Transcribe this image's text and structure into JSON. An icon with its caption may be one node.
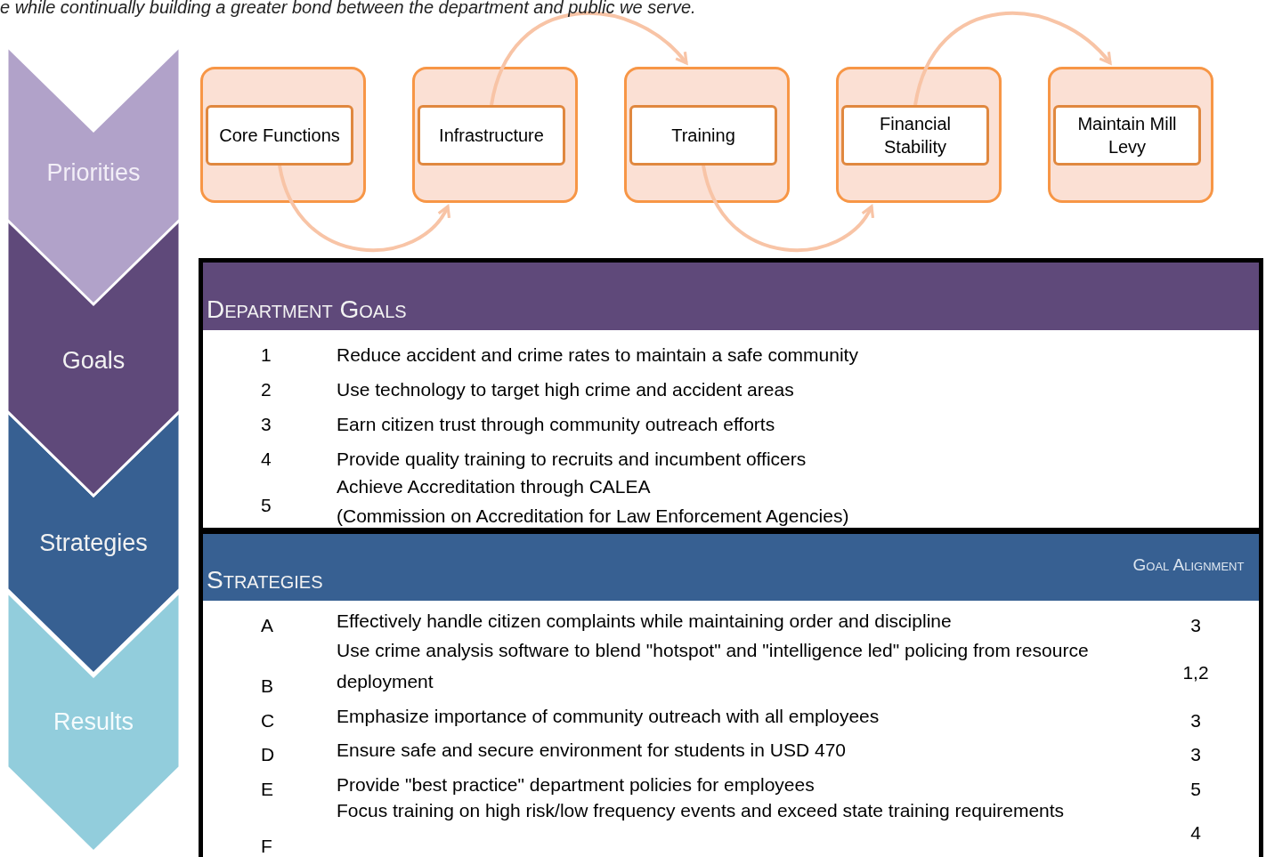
{
  "diagram": {
    "nodes": [
      {
        "text": [
          "Priorities"
        ]
      },
      {
        "text": [
          "Goals"
        ]
      },
      {
        "text": [
          "Strategies"
        ]
      },
      {
        "text": [
          "Results"
        ]
      },
      {
        "text": [],
        "shape": "box"
      },
      {
        "text": [
          "Core Functions"
        ],
        "in": 4
      },
      {
        "text": [],
        "shape": "box"
      },
      {
        "text": [
          "Infrastructure"
        ],
        "in": 6
      },
      {
        "text": [],
        "shape": "box"
      },
      {
        "text": [
          "Training"
        ],
        "in": 8
      },
      {
        "text": [],
        "shape": "box"
      },
      {
        "text": [
          "Financial Stability"
        ],
        "in": 10
      },
      {
        "text": [],
        "shape": "box"
      },
      {
        "text": [
          "Maintain Mill Levy"
        ],
        "in": 12
      }
    ],
    "edges": [
      {
        "from": 5,
        "to": 6,
        "arrow": "to"
      },
      {
        "from": 7,
        "to": 8,
        "arrow": "to"
      },
      {
        "from": 9,
        "to": 10,
        "arrow": "to"
      },
      {
        "from": 11,
        "to": 12,
        "arrow": "to"
      }
    ],
    "labels": [
      "e while continually building a greater bond between the department and public we serve.",
      "Department Goals",
      "1",
      "Reduce accident and crime rates to maintain a safe community",
      "2",
      "Use technology to target high crime and accident areas",
      "3",
      "Earn citizen trust through community outreach efforts",
      "4",
      "Provide quality training to recruits and incumbent officers",
      "5",
      "Achieve Accreditation through CALEA",
      "(Commission on Accreditation for Law Enforcement Agencies)",
      "Strategies",
      "Goal Alignment",
      "A",
      "Effectively handle citizen complaints while maintaining order and discipline",
      "3",
      "B",
      "Use crime analysis software to blend \"hotspot\" and \"intelligence led\" policing from resource deployment",
      "1,2",
      "C",
      "Emphasize importance of community outreach with all employees",
      "3",
      "D",
      "Ensure safe and secure environment for students in USD 470",
      "3",
      "E",
      "Provide \"best practice\" department policies for employees",
      "5",
      "F",
      "Focus training on high risk/low frequency events and exceed state training requirements",
      "4"
    ]
  }
}
